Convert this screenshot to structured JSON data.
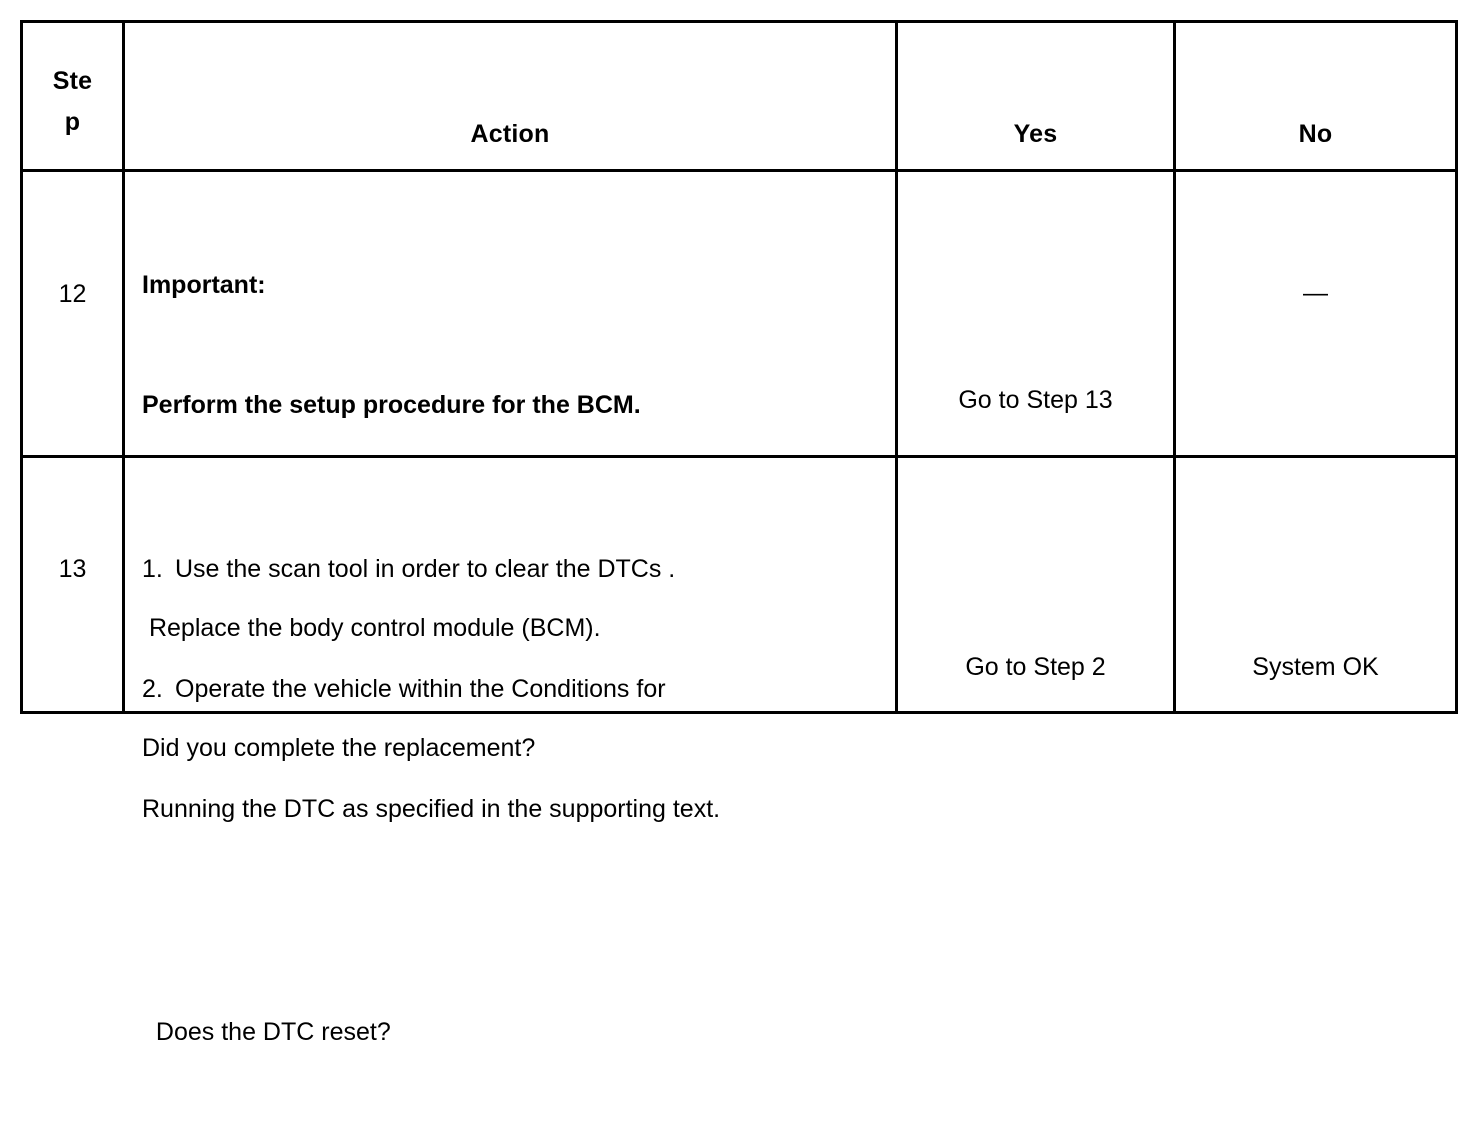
{
  "table": {
    "headers": [
      {
        "key": "step",
        "label": "Step"
      },
      {
        "key": "action",
        "label": "Action"
      },
      {
        "key": "yes",
        "label": "Yes"
      },
      {
        "key": "no",
        "label": "No"
      }
    ],
    "rows": [
      {
        "step": "12",
        "action_lines": [
          {
            "text": "Important:",
            "bold": true
          },
          {
            "text": "Perform the setup procedure for the BCM.",
            "bold": true
          },
          {
            "text": "",
            "bold": false
          },
          {
            "text": " Replace the body control module (BCM).",
            "bold": false
          },
          {
            "text": "Did you complete the replacement?",
            "bold": false
          }
        ],
        "yes": "Go to Step 13",
        "no": "—"
      },
      {
        "step": "13",
        "action_lines": [
          {
            "number": "1.",
            "text": "Use the scan tool in order to clear the DTCs .",
            "bold": false
          },
          {
            "number": "2.",
            "text": "Operate the vehicle within the Conditions for",
            "bold": false
          },
          {
            "text": "Running the DTC as specified in the supporting text.",
            "bold": false
          },
          {
            "text": "",
            "bold": false
          },
          {
            "text": "  Does the DTC reset?",
            "bold": false
          }
        ],
        "yes": "Go to Step 2",
        "no": "System OK"
      }
    ]
  },
  "colors": {
    "border": "#000000",
    "text": "#000000",
    "background": "#ffffff"
  }
}
